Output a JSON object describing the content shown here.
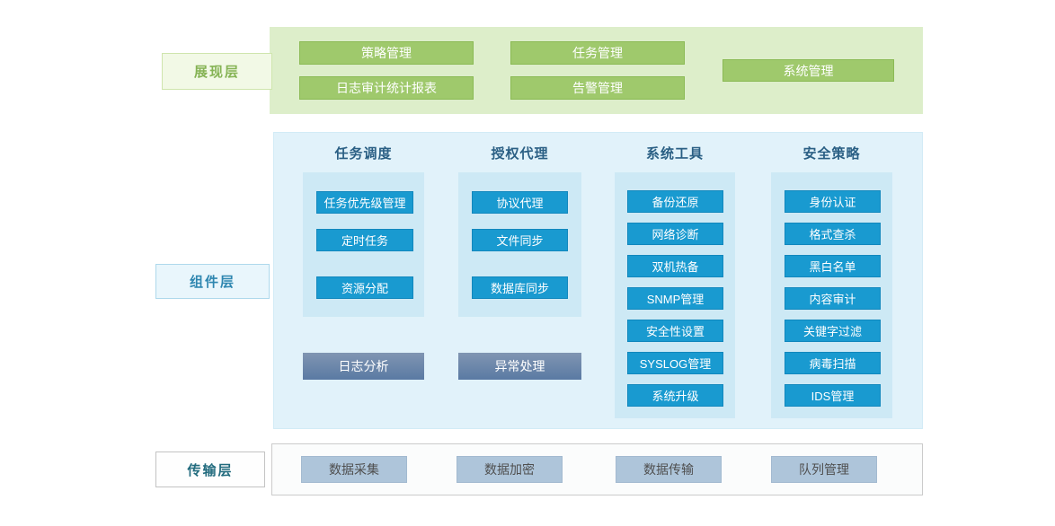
{
  "layers": {
    "presentation": {
      "label": "展现层",
      "buttons": {
        "policy": "策略管理",
        "task": "任务管理",
        "log_report": "日志审计统计报表",
        "alarm": "告警管理",
        "system": "系统管理"
      }
    },
    "component": {
      "label": "组件层",
      "columns": [
        {
          "header": "任务调度",
          "items": [
            "任务优先级管理",
            "定时任务",
            "资源分配"
          ],
          "footer": "日志分析"
        },
        {
          "header": "授权代理",
          "items": [
            "协议代理",
            "文件同步",
            "数据库同步"
          ],
          "footer": "异常处理"
        },
        {
          "header": "系统工具",
          "items": [
            "备份还原",
            "网络诊断",
            "双机热备",
            "SNMP管理",
            "安全性设置",
            "SYSLOG管理",
            "系统升级"
          ]
        },
        {
          "header": "安全策略",
          "items": [
            "身份认证",
            "格式查杀",
            "黑白名单",
            "内容审计",
            "关键字过滤",
            "病毒扫描",
            "IDS管理"
          ]
        }
      ]
    },
    "transport": {
      "label": "传输层",
      "buttons": [
        "数据采集",
        "数据加密",
        "数据传输",
        "队列管理"
      ]
    }
  },
  "colors": {
    "green_panel": "#ddeeca",
    "green_button": "#9fc96c",
    "green_label_text": "#85b354",
    "blue_panel": "#e1f2fa",
    "blue_inner_panel": "#cde9f5",
    "blue_button": "#199ad0",
    "column_header_text": "#2a5f84",
    "dark_button_top": "#8095b2",
    "dark_button_bottom": "#5a7aa3",
    "slate_button": "#aec5da",
    "transport_label_text": "#226b7e"
  }
}
